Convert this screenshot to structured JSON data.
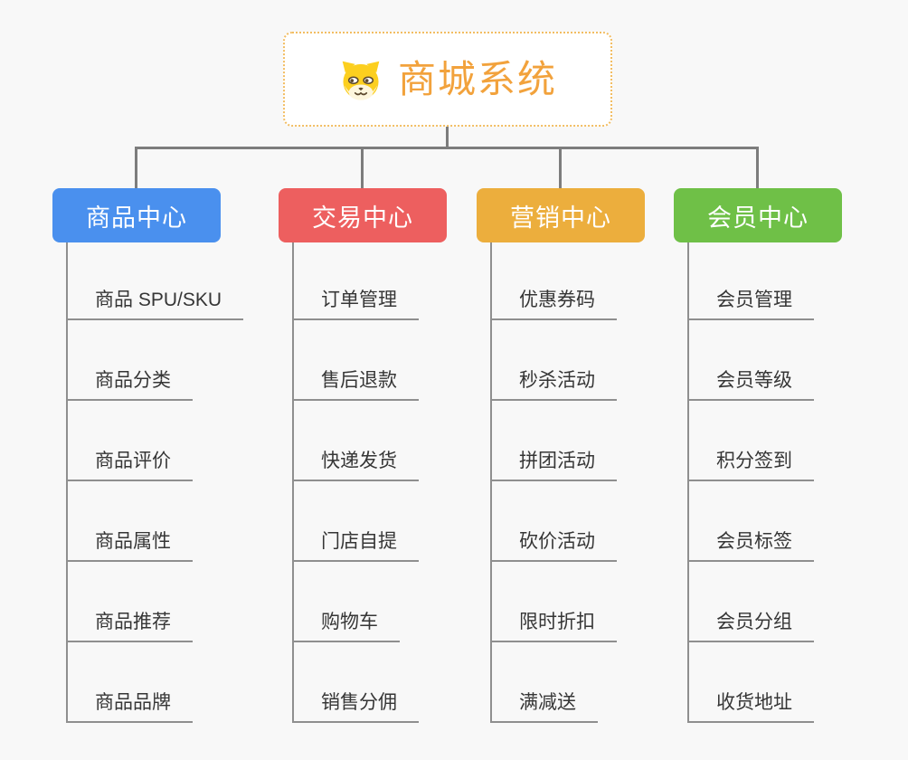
{
  "page": {
    "background_color": "#f8f8f8",
    "connector_color": "#7d7d7d",
    "rail_color": "#8f8f8f",
    "child_text_color": "#363636"
  },
  "root": {
    "title": "商城系统",
    "icon": "dog-face-icon",
    "text_color": "#f2a23c",
    "border_color": "#f2bd62",
    "fill_color": "#ffffff"
  },
  "branches": [
    {
      "label": "商品中心",
      "color": "#4a90ee",
      "children": [
        "商品 SPU/SKU",
        "商品分类",
        "商品评价",
        "商品属性",
        "商品推荐",
        "商品品牌"
      ]
    },
    {
      "label": "交易中心",
      "color": "#ed5f5f",
      "children": [
        "订单管理",
        "售后退款",
        "快递发货",
        "门店自提",
        "购物车",
        "销售分佣"
      ]
    },
    {
      "label": "营销中心",
      "color": "#ecae3d",
      "children": [
        "优惠券码",
        "秒杀活动",
        "拼团活动",
        "砍价活动",
        "限时折扣",
        "满减送"
      ]
    },
    {
      "label": "会员中心",
      "color": "#6fc047",
      "children": [
        "会员管理",
        "会员等级",
        "积分签到",
        "会员标签",
        "会员分组",
        "收货地址"
      ]
    }
  ]
}
